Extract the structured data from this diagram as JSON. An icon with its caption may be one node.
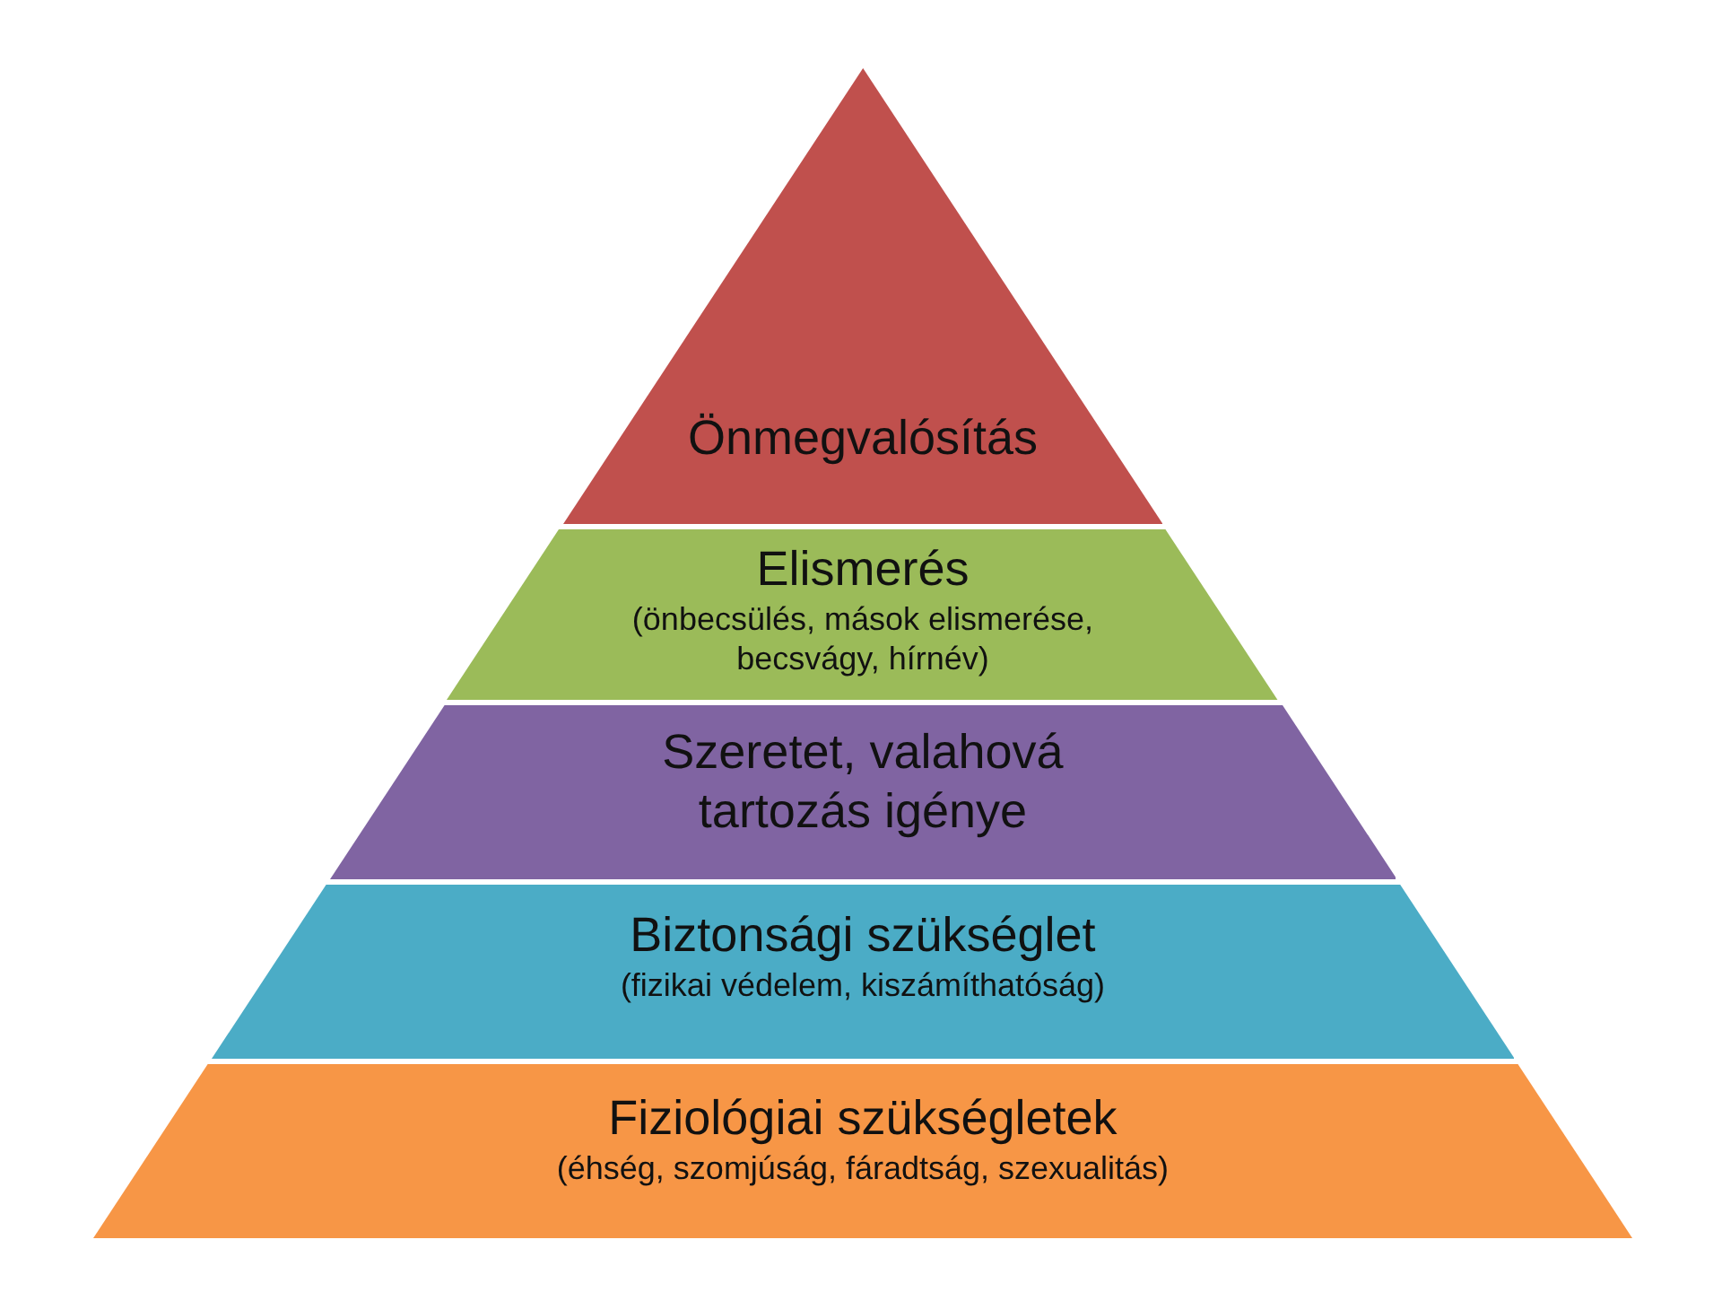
{
  "diagram": {
    "nodes": [
      {
        "text": [
          "Önmegvalósítás"
        ]
      },
      {
        "text": [
          "Elismerés",
          "(önbecsülés, mások elismerése, becsvágy, hírnév)"
        ]
      },
      {
        "text": [
          "Szeretet, valahová tartozás igénye"
        ]
      },
      {
        "text": [
          "Biztonsági szükséglet",
          "(fizikai védelem, kiszámíthatóság)"
        ]
      },
      {
        "text": [
          "Fiziológiai szükségletek",
          "(éhség, szomjúság, fáradtság, szexualitás)"
        ]
      }
    ],
    "edges": []
  }
}
